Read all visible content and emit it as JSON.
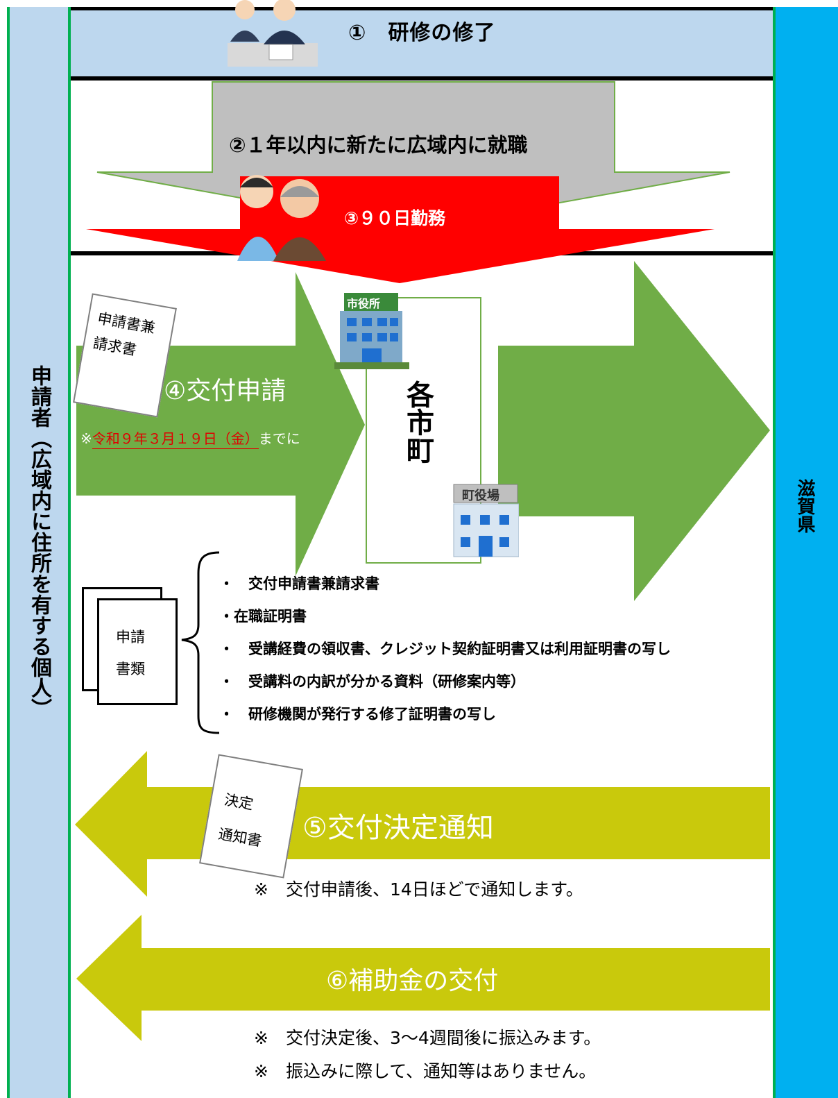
{
  "steps": {
    "step1": "①　研修の修了",
    "step2": "②１年以内に新たに広域内に就職",
    "step3": "③９０日勤務",
    "step4": "④交付申請",
    "step4_note_prefix": "※",
    "step4_deadline": "令和９年３月１９日（金）",
    "step4_note_suffix": "までに",
    "step5": "⑤交付決定通知",
    "step5_note": "※　交付申請後、14日ほどで通知します。",
    "step6": "⑥補助金の交付",
    "step6_note1": "※　交付決定後、3～4週間後に振込みます。",
    "step6_note2": "※　振込みに際して、通知等はありません。"
  },
  "labels": {
    "applicant": "申請者（広域内に住所を有する個人）",
    "prefecture": "滋賀県",
    "city": "各市町",
    "city_hall_sign": "市役所",
    "town_hall_sign": "町役場"
  },
  "papers": {
    "application_form": "申請書兼\n請求書",
    "application_docs": "申請\n書類",
    "decision_notice": "決定\n通知書"
  },
  "documents": [
    "・　交付申請書兼請求書",
    "・在職証明書",
    "・　受講経費の領収書、クレジット契約証明書又は利用証明書の写し",
    "・　受講料の内訳が分かる資料（研修案内等）",
    "・　研修機関が発行する修了証明書の写し"
  ],
  "colors": {
    "green_arrow": "#70ad47",
    "red_arrow": "#ff0000",
    "gray_arrow": "#bfbfbf",
    "yellow_arrow": "#c9c90c",
    "applicant_bg": "#bdd7ee",
    "prefecture_bg": "#00b0f0"
  }
}
